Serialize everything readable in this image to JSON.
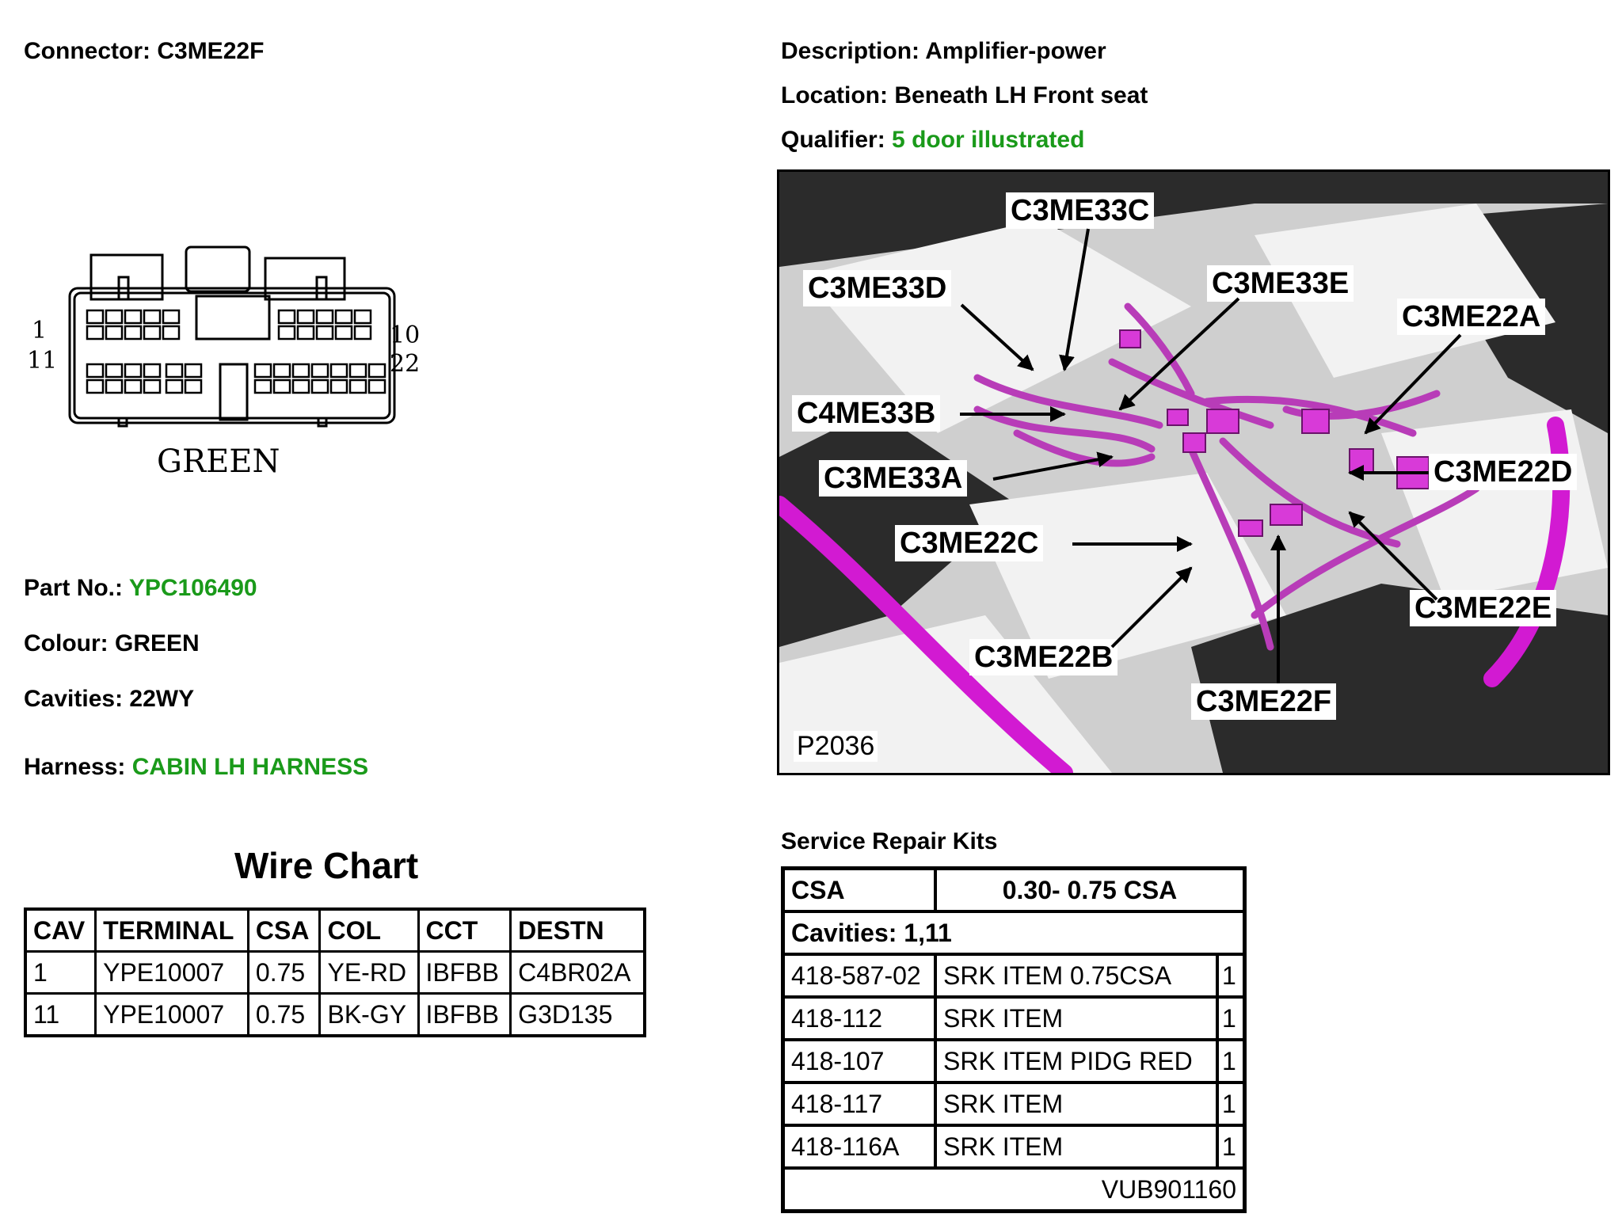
{
  "connector": {
    "label": "Connector:",
    "value": "C3ME22F"
  },
  "description": {
    "label": "Description:",
    "value": "Amplifier-power"
  },
  "location": {
    "label": "Location:",
    "value": "Beneath LH Front seat"
  },
  "qualifier": {
    "label": "Qualifier:",
    "value": "5 door illustrated"
  },
  "diagram": {
    "pin_left_top": "1",
    "pin_left_bottom": "11",
    "pin_right_top": "10",
    "pin_right_bottom": "22",
    "colour_caption": "GREEN"
  },
  "part_no": {
    "label": "Part No.:",
    "value": "YPC106490"
  },
  "colour": {
    "label": "Colour:",
    "value": "GREEN"
  },
  "cavities": {
    "label": "Cavities:",
    "value": "22WY"
  },
  "harness": {
    "label": "Harness:",
    "value": "CABIN LH HARNESS"
  },
  "wire_chart": {
    "title": "Wire Chart",
    "headers": [
      "CAV",
      "TERMINAL",
      "CSA",
      "COL",
      "CCT",
      "DESTN"
    ],
    "rows": [
      [
        "1",
        "YPE10007",
        "0.75",
        "YE-RD",
        "IBFBB",
        "C4BR02A"
      ],
      [
        "11",
        "YPE10007",
        "0.75",
        "BK-GY",
        "IBFBB",
        "G3D135"
      ]
    ]
  },
  "photo": {
    "figure_id": "P2036",
    "callouts": [
      "C3ME33C",
      "C3ME33D",
      "C3ME33E",
      "C3ME22A",
      "C4ME33B",
      "C3ME33A",
      "C3ME22D",
      "C3ME22C",
      "C3ME22E",
      "C3ME22B",
      "C3ME22F"
    ]
  },
  "service_repair_kits": {
    "title": "Service Repair Kits",
    "csa_label": "CSA",
    "csa_value": "0.30- 0.75 CSA",
    "cavities": "Cavities: 1,11",
    "rows": [
      [
        "418-587-02",
        "SRK ITEM 0.75CSA",
        "1"
      ],
      [
        "418-112",
        "SRK ITEM",
        "1"
      ],
      [
        "418-107",
        "SRK ITEM PIDG RED",
        "1"
      ],
      [
        "418-117",
        "SRK ITEM",
        "1"
      ],
      [
        "418-116A",
        "SRK ITEM",
        "1"
      ]
    ],
    "footer": "VUB901160"
  }
}
